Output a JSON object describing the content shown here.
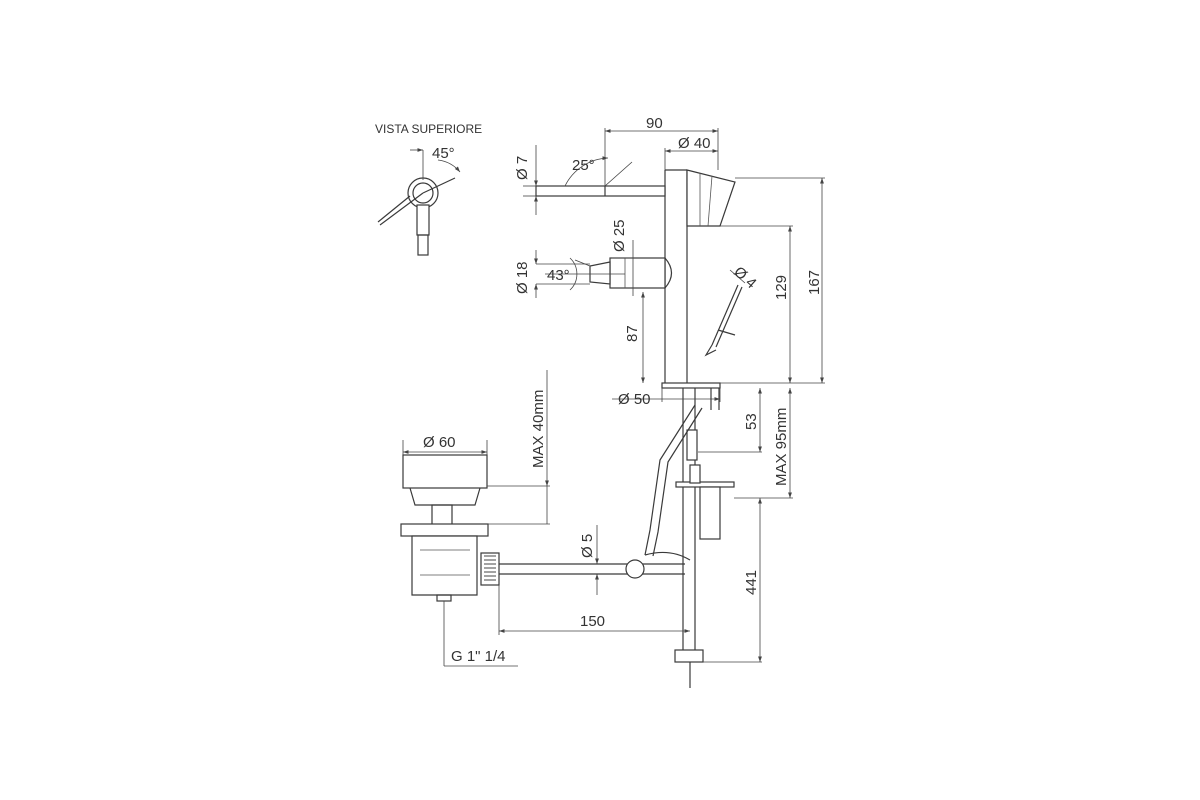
{
  "top_view": {
    "title": "VISTA SUPERIORE",
    "angle": "45°"
  },
  "dimensions": {
    "spout_length": "90",
    "body_diameter": "Ø 40",
    "outlet_diameter": "Ø 7",
    "spout_angle": "25°",
    "aerator_diameter": "Ø 25",
    "nozzle_diameter": "Ø 18",
    "nozzle_angle": "43°",
    "rod_diameter": "Ø 4",
    "body_height": "129",
    "total_height": "167",
    "nozzle_height": "87",
    "base_diameter": "Ø 50",
    "shank_length": "53",
    "max_deck": "MAX 95mm",
    "waste_diameter": "Ø 60",
    "max_basin": "MAX 40mm",
    "link_diameter": "Ø 5",
    "link_length": "150",
    "total_depth": "441",
    "thread": "G 1\" 1/4"
  }
}
